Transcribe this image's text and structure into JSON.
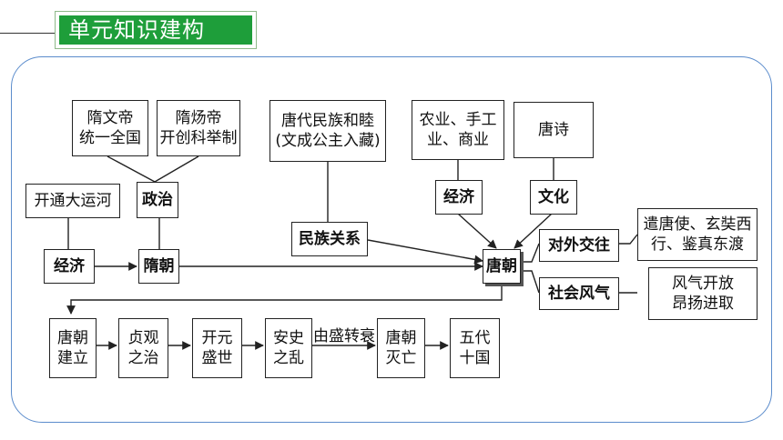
{
  "title": "单元知识建构",
  "nodes": {
    "suiwendi": "隋文帝\n统一全国",
    "suiyangdi": "隋炀帝\n开创科举制",
    "tangminzu": "唐代民族和睦\n(文成公主入藏)",
    "nongye": "农业、手工\n业、商业",
    "tangshi": "唐诗",
    "kaitong": "开通大运河",
    "zhengzhi": "政治",
    "jingji_top": "经济",
    "wenhua": "文化",
    "minzu": "民族关系",
    "jingji_left": "经济",
    "suichao": "隋朝",
    "tangchao": "唐朝",
    "duiwai": "对外交往",
    "qiantang": "遣唐使、玄奘西\n行、鉴真东渡",
    "shehui": "社会风气",
    "fengqi": "风气开放\n昂扬进取",
    "jianli": "唐朝\n建立",
    "zhenguan": "贞观\n之治",
    "kaiyuan": "开元\n盛世",
    "anshi": "安史\n之乱",
    "miewang": "唐朝\n灭亡",
    "wudai": "五代\n十国"
  },
  "edge_labels": {
    "shengshuai": "由盛转衰"
  }
}
